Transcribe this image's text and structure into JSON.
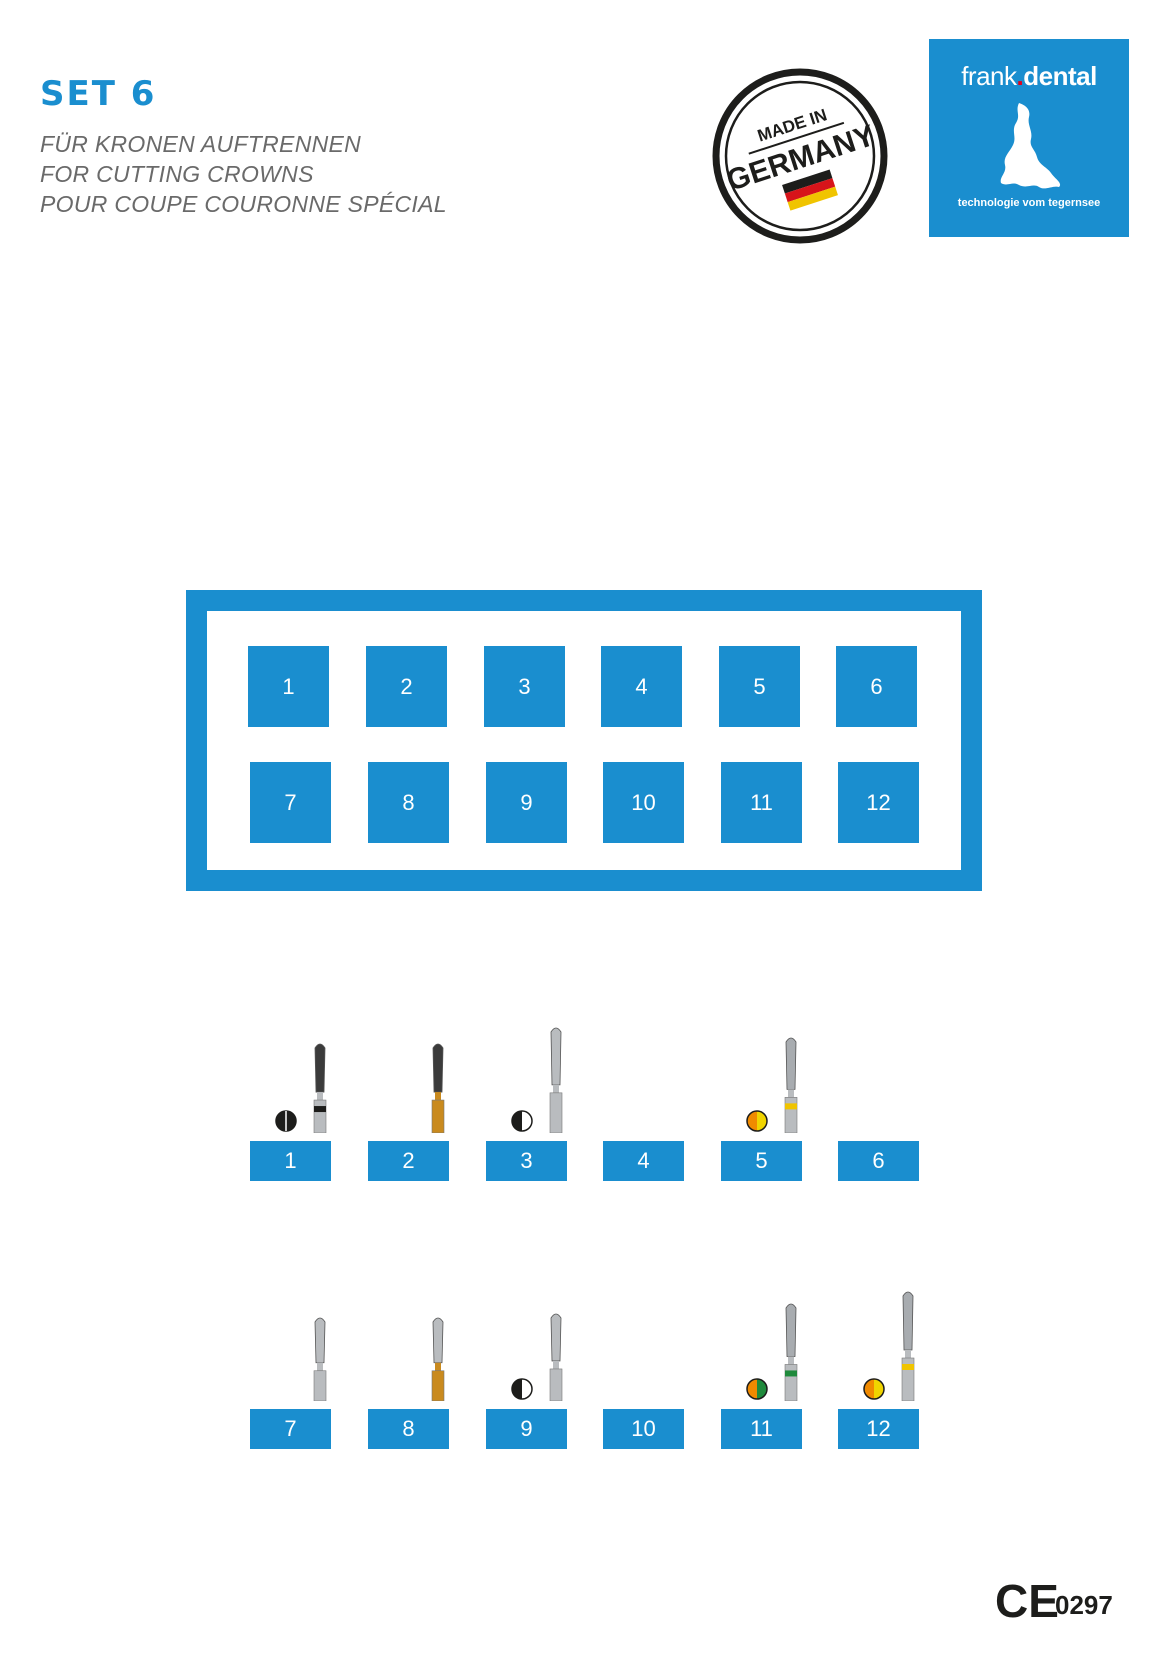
{
  "header": {
    "title": "SET 6",
    "subtitles": [
      "FÜR KRONEN AUFTRENNEN",
      "FOR CUTTING CROWNS",
      "POUR COUPE COURONNE SPÉCIAL"
    ]
  },
  "stamp": {
    "line1": "MADE IN",
    "line2": "GERMANY"
  },
  "logo": {
    "brand_part1": "frank",
    "brand_dot": ".",
    "brand_part2": "dental",
    "tagline": "technologie vom tegernsee"
  },
  "tray": {
    "slots": [
      "1",
      "2",
      "3",
      "4",
      "5",
      "6",
      "7",
      "8",
      "9",
      "10",
      "11",
      "12"
    ]
  },
  "instruments": [
    {
      "label": "1",
      "present": true,
      "head": "dark",
      "shank": "steel",
      "ring": "#1d1d1b",
      "dot": "black"
    },
    {
      "label": "2",
      "present": true,
      "head": "dark",
      "shank": "gold",
      "ring": null,
      "dot": null
    },
    {
      "label": "3",
      "present": true,
      "head": "steel",
      "shank": "steel",
      "ring": null,
      "dot": "half"
    },
    {
      "label": "4",
      "present": false
    },
    {
      "label": "5",
      "present": true,
      "head": "diamond",
      "shank": "steel",
      "ring": "#f0c400",
      "dot": "orange-yellow"
    },
    {
      "label": "6",
      "present": false
    },
    {
      "label": "7",
      "present": true,
      "head": "steel",
      "shank": "steel",
      "ring": null,
      "dot": null
    },
    {
      "label": "8",
      "present": true,
      "head": "steel",
      "shank": "gold",
      "ring": null,
      "dot": null
    },
    {
      "label": "9",
      "present": true,
      "head": "steel",
      "shank": "steel",
      "ring": null,
      "dot": "half"
    },
    {
      "label": "10",
      "present": false
    },
    {
      "label": "11",
      "present": true,
      "head": "diamond",
      "shank": "steel",
      "ring": "#1f8a3c",
      "dot": "orange-green"
    },
    {
      "label": "12",
      "present": true,
      "head": "diamond",
      "shank": "steel",
      "ring": "#f0c400",
      "dot": "orange-yellow"
    }
  ],
  "footer": {
    "ce": "CE",
    "ce_number": "0297"
  },
  "colors": {
    "accent": "#1a8ecf",
    "text_gray": "#6a6a6a"
  }
}
